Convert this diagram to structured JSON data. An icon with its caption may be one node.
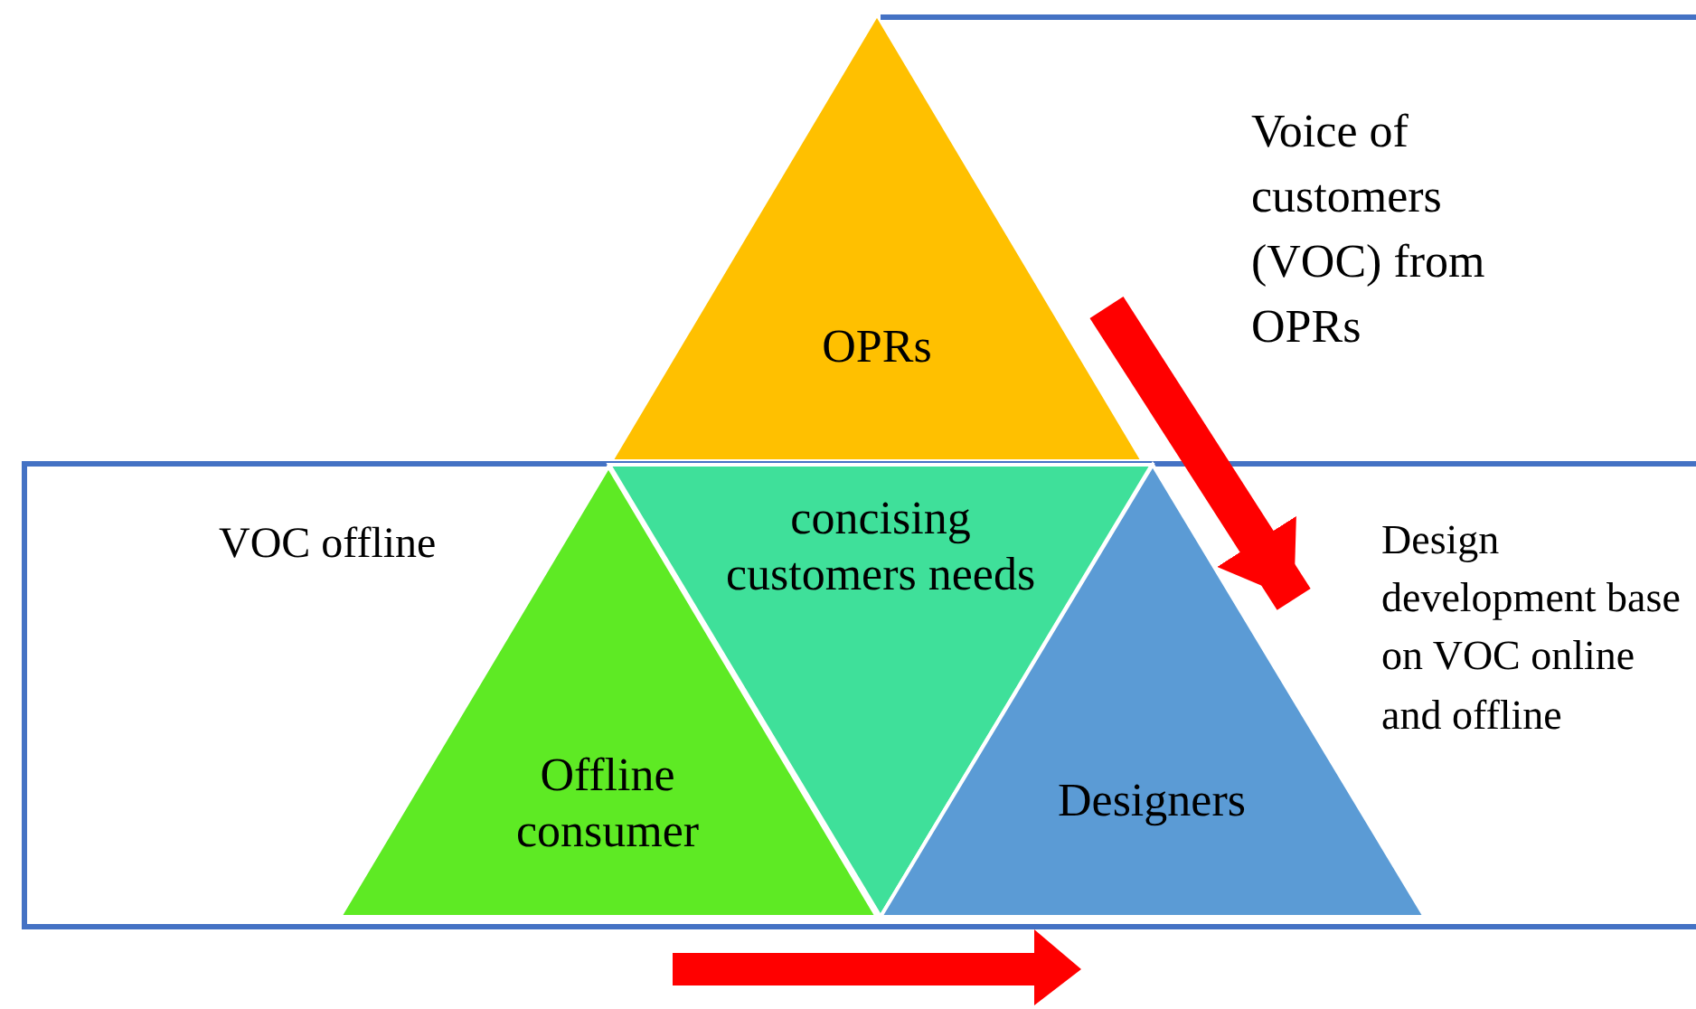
{
  "diagram": {
    "nodes": [
      {
        "text": [
          "Voice of customers (VOC) from OPRs"
        ]
      },
      {
        "text": [
          "OPRs"
        ]
      },
      {
        "text": [
          "VOC offline",
          "Design development base on VOC online and offline"
        ]
      },
      {
        "text": [
          "Offline consumer"
        ],
        "in": 2
      },
      {
        "text": [
          "concising customers needs"
        ],
        "in": 2
      },
      {
        "text": [
          "Designers"
        ],
        "in": 2
      }
    ],
    "edges": [
      {
        "from": 0,
        "to": 5,
        "arrow": "to",
        "color": "#ff0000"
      }
    ]
  }
}
